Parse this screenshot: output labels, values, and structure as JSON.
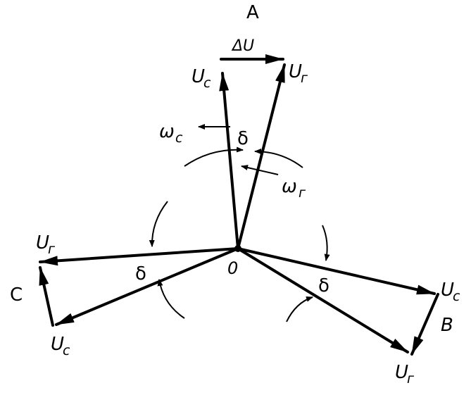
{
  "phasors": {
    "phase_a": "A",
    "phase_b": "B",
    "phase_c": "C",
    "origin": "0",
    "delta_u": "ΔU",
    "omega_c": "ω",
    "omega_c_sub": "c",
    "omega_g": "ω",
    "omega_g_sub": "г",
    "delta_a": "δ",
    "delta_b": "δ",
    "delta_c": "δ",
    "u_c_a": "U",
    "u_c_a_sub": "c",
    "u_g_a": "U",
    "u_g_a_sub": "г",
    "u_g_c": "U",
    "u_g_c_sub": "г",
    "u_c_c": "U",
    "u_c_c_sub": "c",
    "u_c_b": "U",
    "u_c_b_sub": "c",
    "u_g_b": "U",
    "u_g_b_sub": "г"
  },
  "colors": {
    "ink": "#000000",
    "background": "#ffffff"
  }
}
